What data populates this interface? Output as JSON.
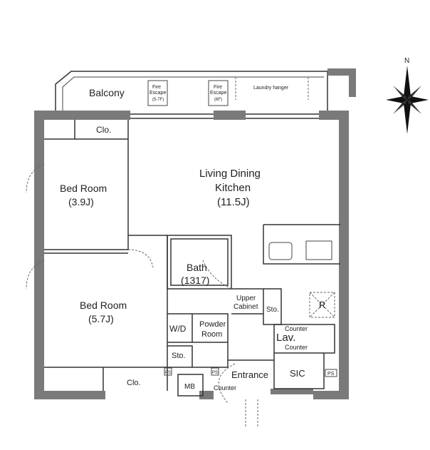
{
  "rooms": {
    "balcony": "Balcony",
    "fire_escape_1": {
      "l1": "Fire",
      "l2": "Escape",
      "l3": "(5-7F)"
    },
    "fire_escape_2": {
      "l1": "Fire",
      "l2": "Escape",
      "l3": "(6F)"
    },
    "laundry": "Laundry hanger",
    "closet_top": "Clo.",
    "bedroom1": {
      "name": "Bed Room",
      "size": "(3.9J)"
    },
    "ldk": {
      "l1": "Living Dining",
      "l2": "Kitchen",
      "size": "(11.5J)"
    },
    "bath": {
      "name": "Bath",
      "size": "(1317)"
    },
    "bedroom2": {
      "name": "Bed Room",
      "size": "(5.7J)"
    },
    "upper_cabinet": {
      "l1": "Upper",
      "l2": "Cabinet"
    },
    "storage_mid": "Sto.",
    "fridge": "R",
    "wd": "W/D",
    "powder": {
      "l1": "Powder",
      "l2": "Room"
    },
    "lav": "Lav.",
    "counter_lav_top": "Counter",
    "counter_lav_bottom": "Counter",
    "storage_low": "Sto.",
    "ps1": "PS",
    "ps2": "PS",
    "ps3": "PS",
    "closet_bottom": "Clo.",
    "mb": "MB",
    "counter_entrance": "Counter",
    "entrance": "Entrance",
    "sic": "SIC"
  },
  "compass": {
    "north": "N"
  }
}
